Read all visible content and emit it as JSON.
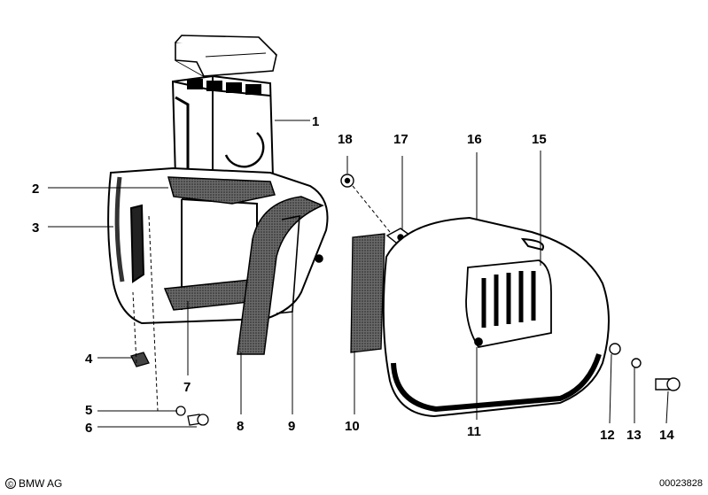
{
  "callouts": {
    "c1": "1",
    "c2": "2",
    "c3": "3",
    "c4": "4",
    "c5": "5",
    "c6": "6",
    "c7": "7",
    "c8": "8",
    "c9": "9",
    "c10": "10",
    "c11": "11",
    "c12": "12",
    "c13": "13",
    "c14": "14",
    "c15": "15",
    "c16": "16",
    "c17": "17",
    "c18": "18"
  },
  "footer": {
    "copyright_symbol": "©",
    "copyright_text": "BMW AG",
    "document_id": "00023828"
  },
  "colors": {
    "ink": "#000000",
    "paper": "#ffffff",
    "foam": "#555555"
  }
}
